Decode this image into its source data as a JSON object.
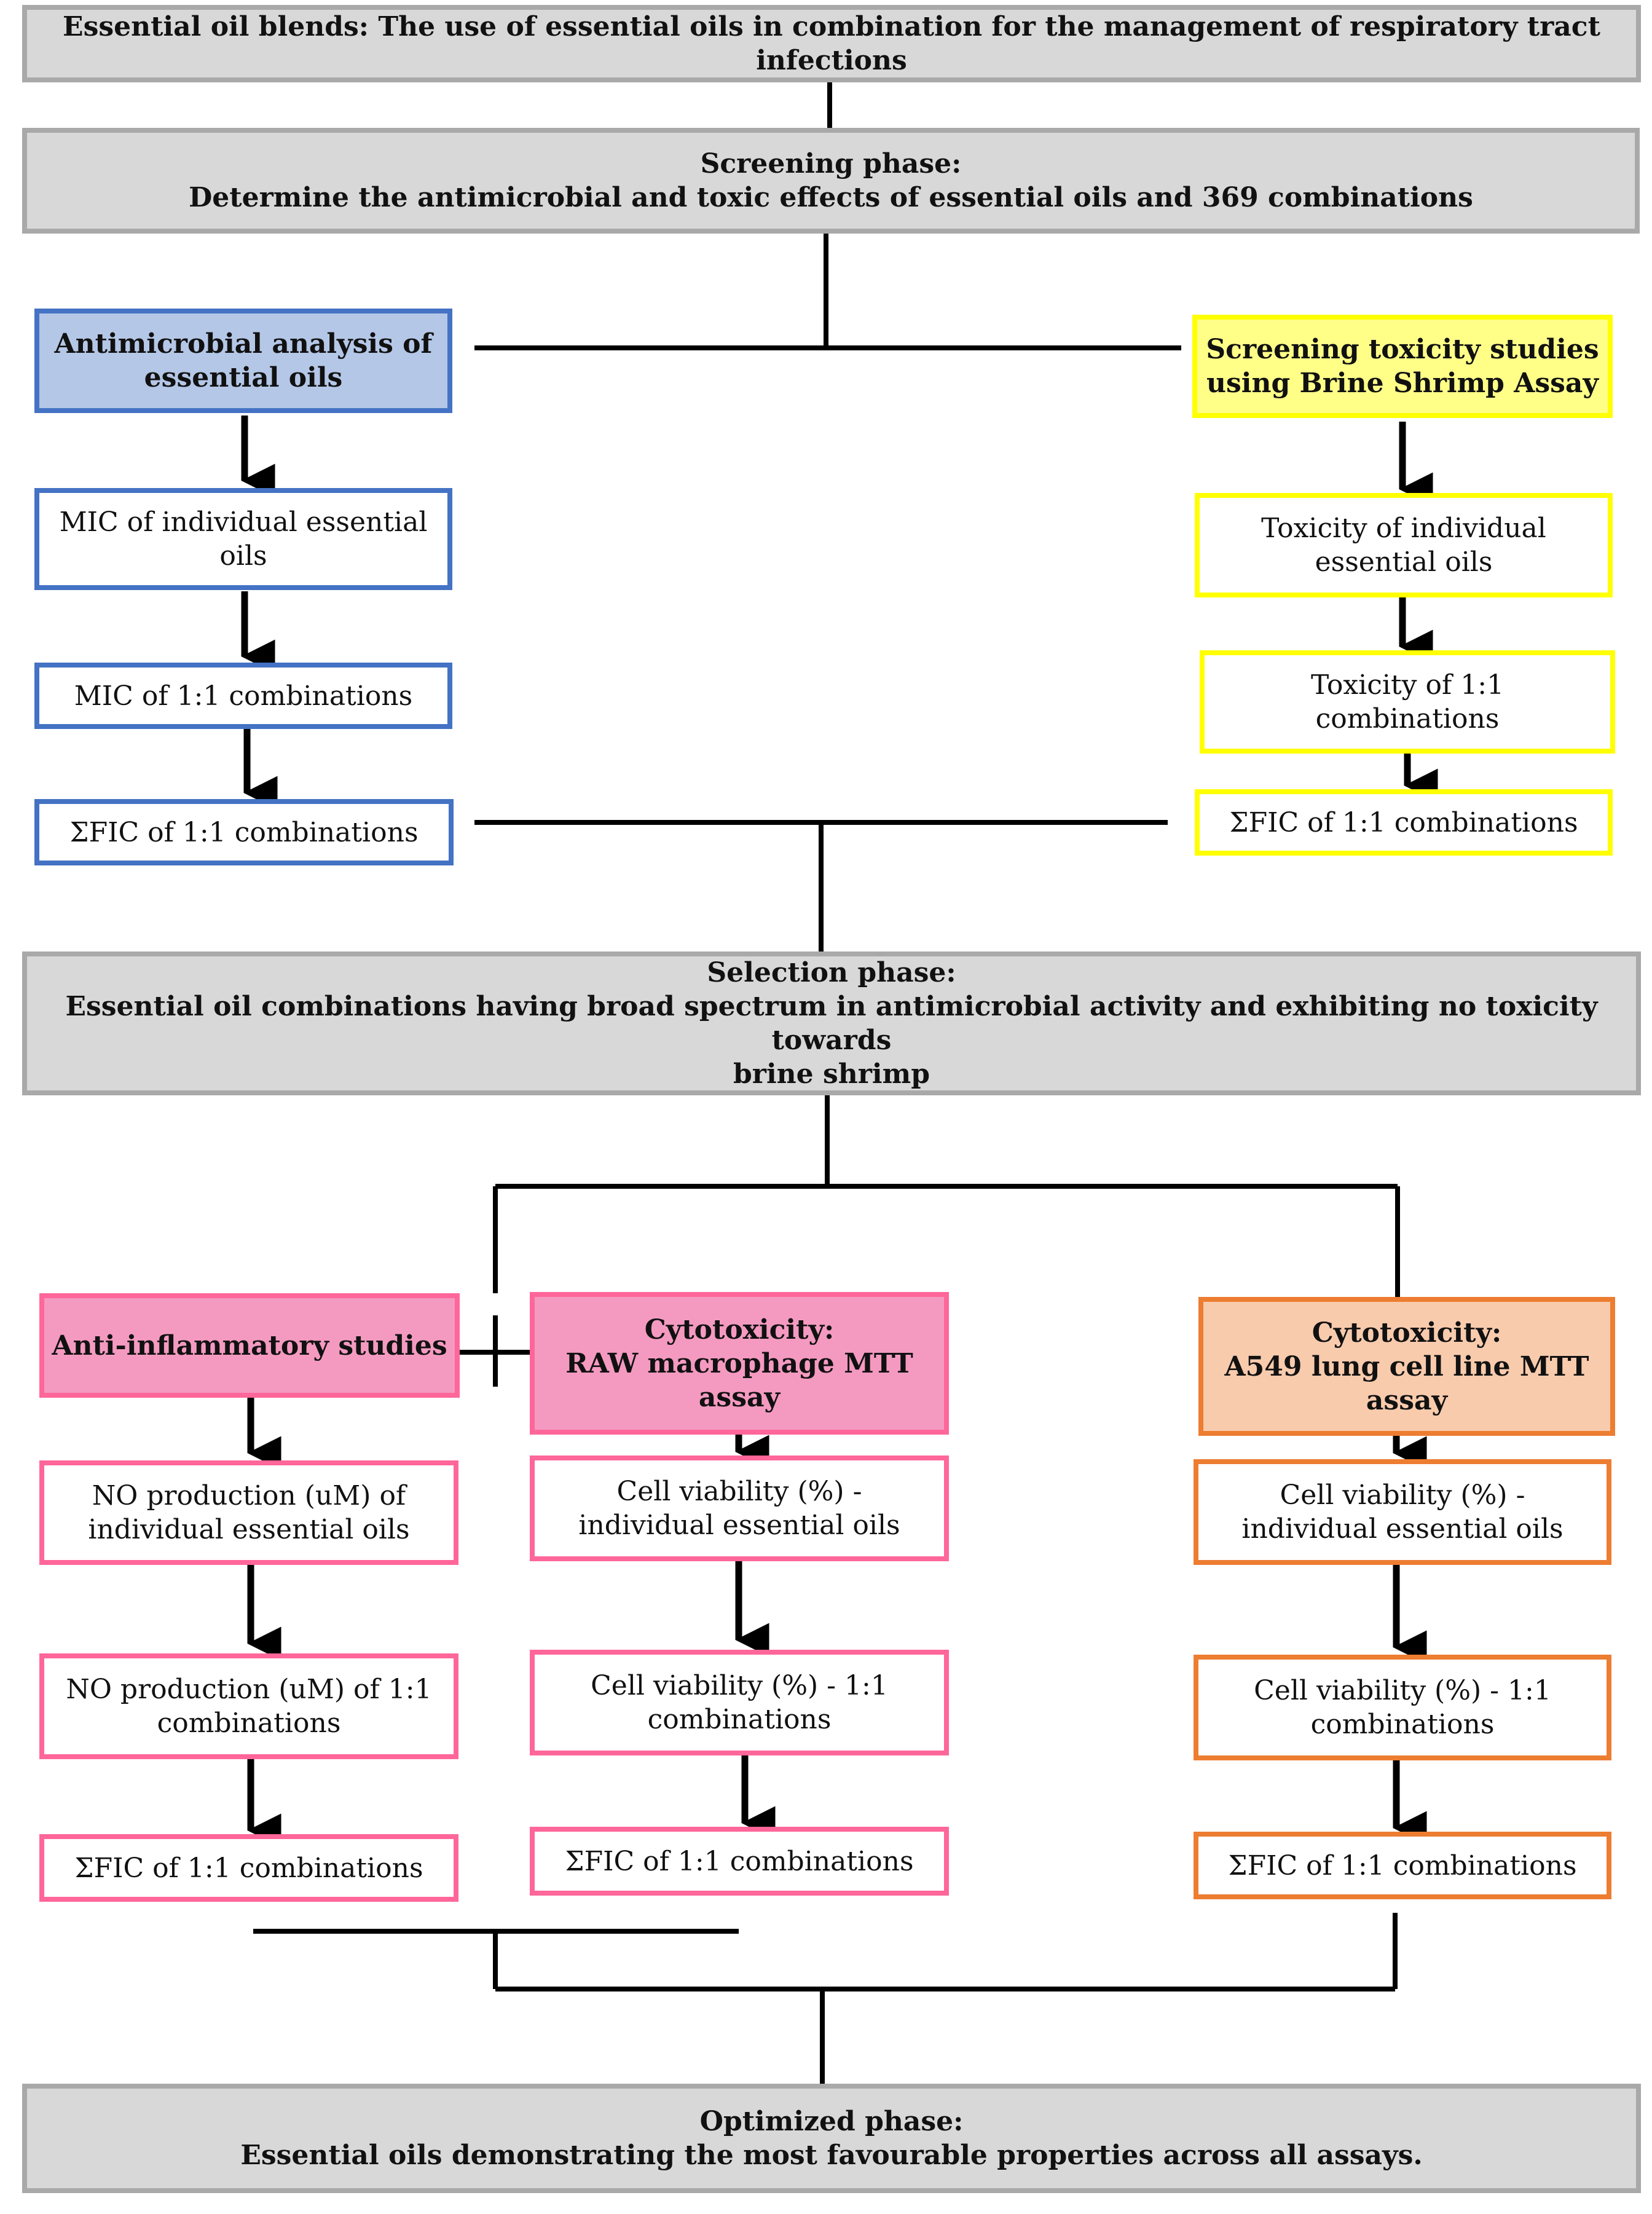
{
  "title": "Essential oil blends: The use of essential oils in combination for the management of respiratory tract infections",
  "screening": {
    "line1": "Screening phase:",
    "line2": "Determine the antimicrobial and toxic effects of essential oils and 369 combinations"
  },
  "antimicrobial": {
    "header": [
      "Antimicrobial analysis of",
      "essential oils"
    ],
    "steps": [
      [
        "MIC of individual essential",
        "oils"
      ],
      [
        "MIC of 1:1 combinations"
      ],
      [
        "ΣFIC of 1:1 combinations"
      ]
    ]
  },
  "toxicity": {
    "header": [
      "Screening toxicity studies",
      "using Brine Shrimp Assay"
    ],
    "steps": [
      [
        "Toxicity of individual",
        "essential oils"
      ],
      [
        "Toxicity of 1:1",
        "combinations"
      ],
      [
        "ΣFIC of 1:1 combinations"
      ]
    ]
  },
  "selection": {
    "line1": "Selection phase:",
    "line2": "Essential oil combinations having broad spectrum in antimicrobial activity and exhibiting no toxicity towards",
    "line3": "brine shrimp"
  },
  "anti_inflammatory": {
    "header": [
      "Anti-inflammatory studies"
    ],
    "steps": [
      [
        "NO production (uM) of",
        "individual essential oils"
      ],
      [
        "NO production (uM) of 1:1",
        "combinations"
      ],
      [
        "ΣFIC of 1:1 combinations"
      ]
    ]
  },
  "raw_mtt": {
    "header": [
      "Cytotoxicity:",
      "RAW macrophage MTT",
      "assay"
    ],
    "steps": [
      [
        "Cell viability (%) -",
        "individual essential oils"
      ],
      [
        "Cell viability (%) - 1:1",
        "combinations"
      ],
      [
        "ΣFIC of 1:1 combinations"
      ]
    ]
  },
  "a549_mtt": {
    "header": [
      "Cytotoxicity:",
      "A549 lung cell line MTT",
      "assay"
    ],
    "steps": [
      [
        "Cell viability (%) -",
        "individual essential oils"
      ],
      [
        "Cell viability (%) - 1:1",
        "combinations"
      ],
      [
        "ΣFIC of 1:1 combinations"
      ]
    ]
  },
  "optimized": {
    "line1": "Optimized phase:",
    "line2": "Essential oils demonstrating the most favourable properties across all assays."
  },
  "colors": {
    "blue": "#4472c4",
    "yellow": "#ffff00",
    "pink": "#ff6699",
    "orange": "#ed7d31",
    "gray": "#a9a9a9"
  }
}
